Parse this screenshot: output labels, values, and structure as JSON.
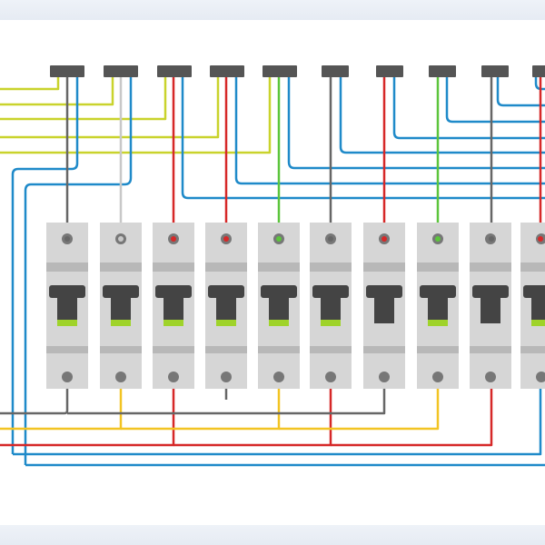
{
  "diagram": {
    "colors": {
      "background": "#ffffff",
      "frame": "#eef2f8",
      "breaker_body": "#d6d6d6",
      "breaker_shadow": "#b8b8b8",
      "breaker_handle": "#444444",
      "breaker_indicator": "#9fd32a",
      "terminal_bar": "#555555",
      "screw": "#777777",
      "wire_blue": "#1f8ac9",
      "wire_red": "#d62828",
      "wire_green": "#5cc53c",
      "wire_gray": "#666666",
      "wire_light_gray": "#c8c8c8",
      "wire_yellow": "#f2c423",
      "wire_olive": "#c9d32c"
    },
    "breakers": [
      {
        "name": "breaker-1",
        "top_wire": "wire_gray",
        "bottom_wire": "wire_gray"
      },
      {
        "name": "breaker-2",
        "top_wire": "wire_light_gray",
        "bottom_wire": "wire_yellow"
      },
      {
        "name": "breaker-3",
        "top_wire": "wire_red",
        "bottom_wire": "wire_red"
      },
      {
        "name": "breaker-4",
        "top_wire": "wire_red",
        "bottom_wire": "wire_gray"
      },
      {
        "name": "breaker-5",
        "top_wire": "wire_green",
        "bottom_wire": "wire_yellow"
      },
      {
        "name": "breaker-6",
        "top_wire": "wire_gray",
        "bottom_wire": "wire_red"
      },
      {
        "name": "breaker-7",
        "top_wire": "wire_red",
        "bottom_wire": "wire_gray"
      },
      {
        "name": "breaker-8",
        "top_wire": "wire_green",
        "bottom_wire": "wire_yellow"
      },
      {
        "name": "breaker-9",
        "top_wire": "wire_gray",
        "bottom_wire": "wire_red"
      },
      {
        "name": "breaker-10",
        "top_wire": "wire_red",
        "bottom_wire": "wire_blue"
      }
    ],
    "terminal_blocks_count_visible": 10,
    "left_feed_wires": [
      "wire_olive",
      "wire_olive",
      "wire_olive",
      "wire_olive",
      "wire_olive",
      "wire_blue",
      "wire_blue"
    ]
  }
}
